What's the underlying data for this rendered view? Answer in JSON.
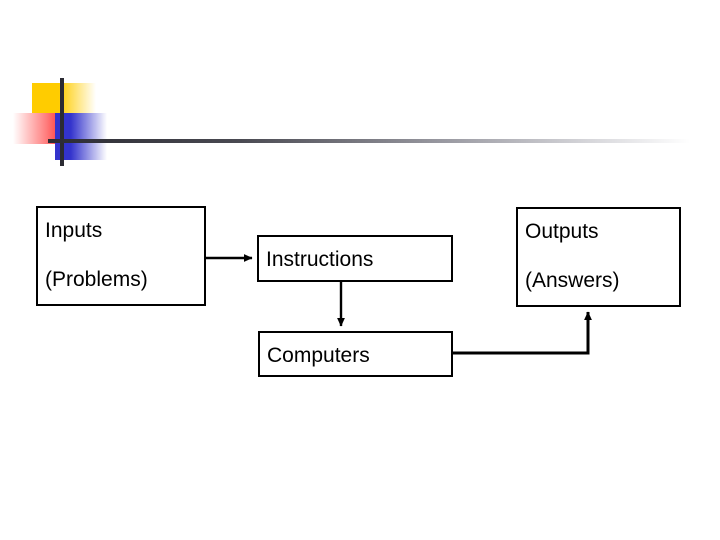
{
  "slide": {
    "background_color": "#ffffff",
    "decoration": {
      "yellow_square_color": "#FFCC00",
      "red_square_color": "#FF3333",
      "blue_square_color": "#3333CC",
      "rule_color": "#2b2b33"
    }
  },
  "diagram": {
    "type": "flowchart",
    "line_color": "#000000",
    "box_fill": "#ffffff",
    "boxes": [
      {
        "id": "inputs",
        "lines": [
          "Inputs",
          "(Problems)"
        ]
      },
      {
        "id": "instructions",
        "lines": [
          "Instructions"
        ]
      },
      {
        "id": "computers",
        "lines": [
          "Computers"
        ]
      },
      {
        "id": "outputs",
        "lines": [
          "Outputs",
          "(Answers)"
        ]
      }
    ],
    "connectors": [
      {
        "from": "inputs",
        "to": "instructions",
        "style": "straight-horizontal"
      },
      {
        "from": "instructions",
        "to": "computers",
        "style": "straight-vertical"
      },
      {
        "from": "computers",
        "to": "outputs",
        "style": "elbow-right-up"
      }
    ]
  }
}
